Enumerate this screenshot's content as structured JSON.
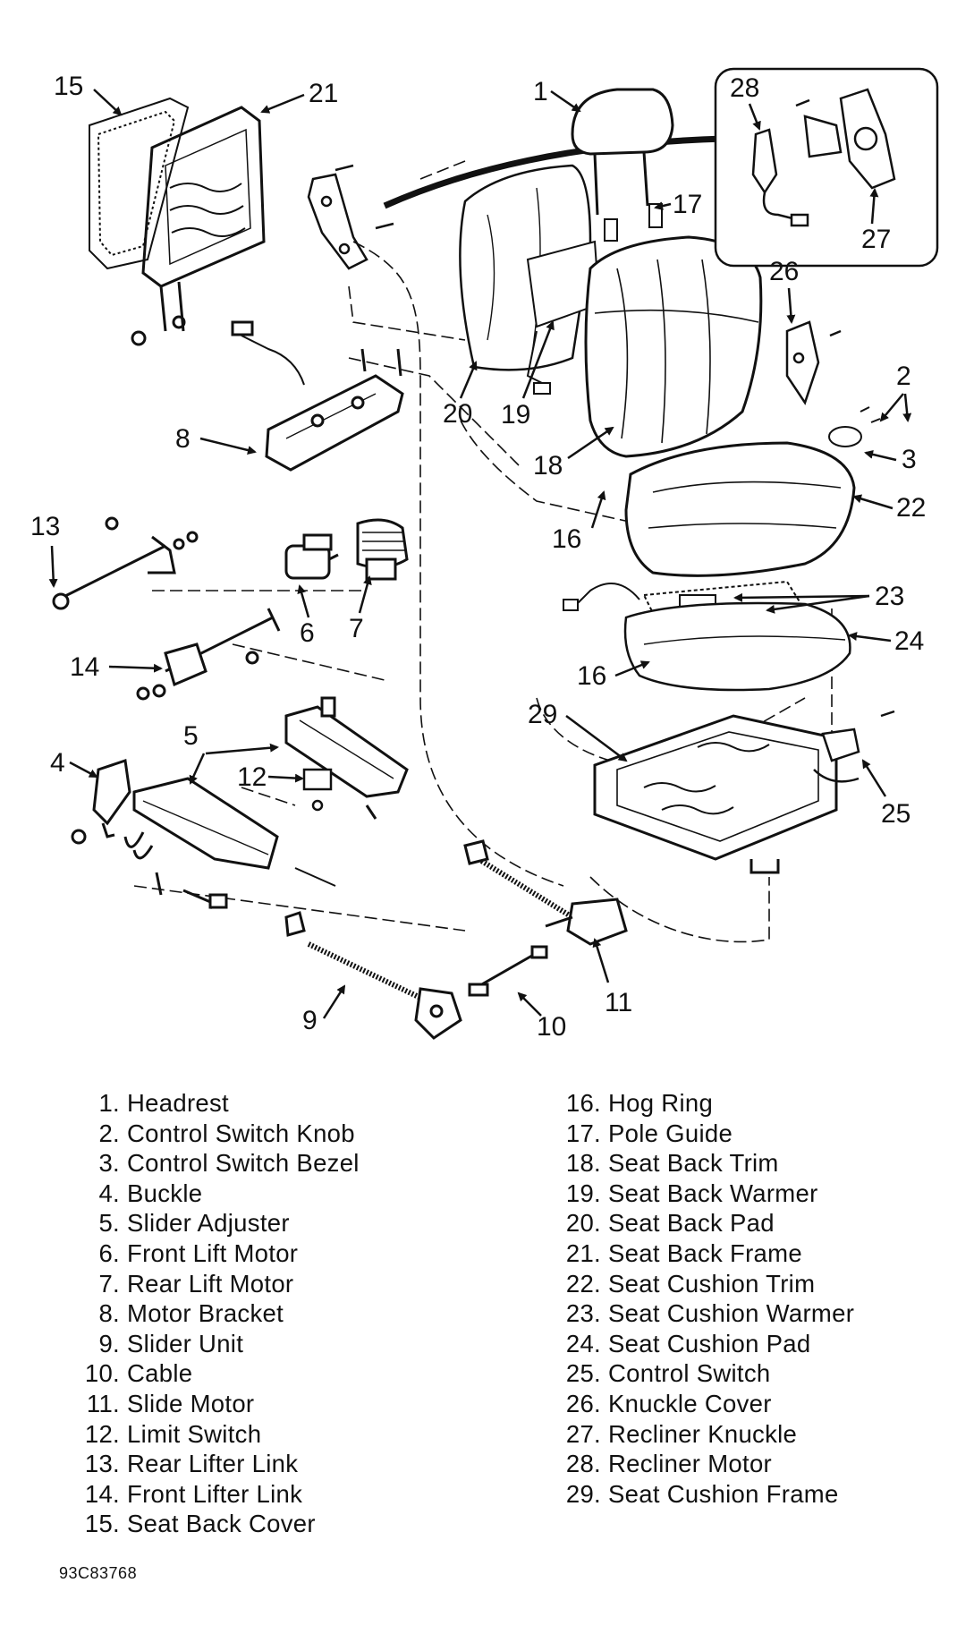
{
  "callouts": [
    "1",
    "2",
    "3",
    "4",
    "5",
    "6",
    "7",
    "8",
    "9",
    "10",
    "11",
    "12",
    "13",
    "14",
    "15",
    "16",
    "16",
    "17",
    "18",
    "19",
    "20",
    "21",
    "22",
    "23",
    "24",
    "25",
    "26",
    "27",
    "28",
    "29"
  ],
  "legend": {
    "left": [
      {
        "num": "1.",
        "label": "Headrest"
      },
      {
        "num": "2.",
        "label": "Control Switch Knob"
      },
      {
        "num": "3.",
        "label": "Control Switch Bezel"
      },
      {
        "num": "4.",
        "label": "Buckle"
      },
      {
        "num": "5.",
        "label": "Slider Adjuster"
      },
      {
        "num": "6.",
        "label": "Front Lift Motor"
      },
      {
        "num": "7.",
        "label": "Rear Lift Motor"
      },
      {
        "num": "8.",
        "label": "Motor Bracket"
      },
      {
        "num": "9.",
        "label": "Slider Unit"
      },
      {
        "num": "10.",
        "label": "Cable"
      },
      {
        "num": "11.",
        "label": "Slide Motor"
      },
      {
        "num": "12.",
        "label": "Limit Switch"
      },
      {
        "num": "13.",
        "label": "Rear Lifter Link"
      },
      {
        "num": "14.",
        "label": "Front Lifter Link"
      },
      {
        "num": "15.",
        "label": "Seat Back Cover"
      }
    ],
    "right": [
      {
        "num": "16.",
        "label": "Hog Ring"
      },
      {
        "num": "17.",
        "label": "Pole Guide"
      },
      {
        "num": "18.",
        "label": "Seat Back Trim"
      },
      {
        "num": "19.",
        "label": "Seat Back Warmer"
      },
      {
        "num": "20.",
        "label": "Seat Back Pad"
      },
      {
        "num": "21.",
        "label": "Seat Back Frame"
      },
      {
        "num": "22.",
        "label": "Seat Cushion Trim"
      },
      {
        "num": "23.",
        "label": "Seat Cushion Warmer"
      },
      {
        "num": "24.",
        "label": "Seat Cushion Pad"
      },
      {
        "num": "25.",
        "label": "Control Switch"
      },
      {
        "num": "26.",
        "label": "Knuckle Cover"
      },
      {
        "num": "27.",
        "label": "Recliner Knuckle"
      },
      {
        "num": "28.",
        "label": "Recliner Motor"
      },
      {
        "num": "29.",
        "label": "Seat Cushion Frame"
      }
    ]
  },
  "figure_id": "93C83768"
}
